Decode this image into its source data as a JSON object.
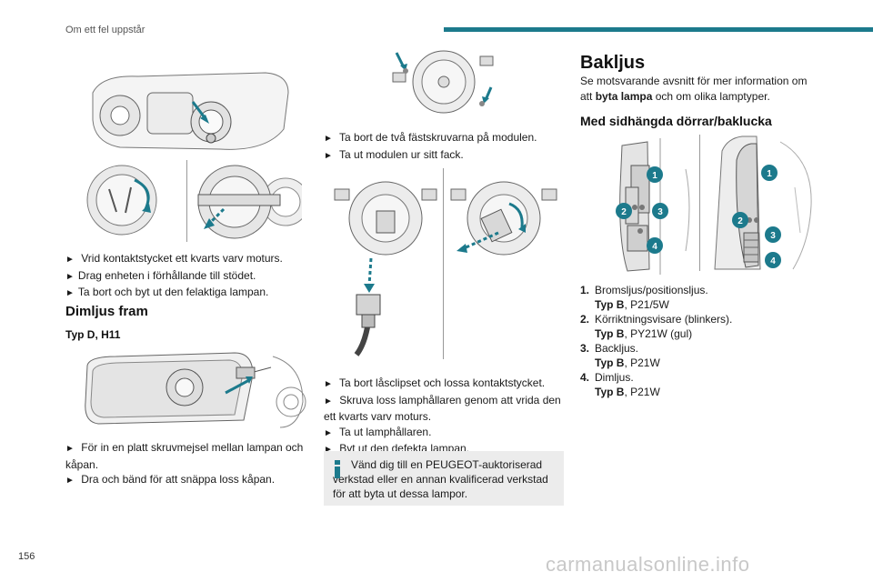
{
  "header": {
    "section": "Om ett fel uppstår"
  },
  "page_number": "156",
  "col1": {
    "steps_a": [
      "Vrid kontaktstycket ett kvarts varv moturs.",
      "Drag enheten i förhållande till stödet.",
      "Ta bort och byt ut den felaktiga lampan."
    ],
    "fog_title": "Dimljus fram",
    "fog_type": "Typ D, H11",
    "steps_b": [
      "För in en platt skruvmejsel mellan lampan och kåpan.",
      "Dra och bänd för att snäppa loss kåpan."
    ]
  },
  "col2": {
    "steps_a": [
      "Ta bort de två fästskruvarna på modulen.",
      "Ta ut modulen ur sitt fack."
    ],
    "steps_b": [
      "Ta bort låsclipset och lossa kontaktstycket.",
      "Skruva loss lamphållaren genom att vrida den ett kvarts varv moturs.",
      "Ta ut lamphållaren.",
      "Byt ut den defekta lampan."
    ],
    "info": "Vänd dig till en PEUGEOT-auktoriserad verkstad eller en annan kvalificerad verkstad för att byta ut dessa lampor."
  },
  "col3": {
    "title": "Bakljus",
    "intro_pre": "Se motsvarande avsnitt för mer information om att ",
    "intro_bold": "byta lampa",
    "intro_post": " och om olika lamptyper.",
    "subtitle": "Med sidhängda dörrar/baklucka",
    "items": [
      {
        "num": "1.",
        "label": "Bromsljus/positionsljus.",
        "typ": "Typ B",
        "spec": ", P21/5W"
      },
      {
        "num": "2.",
        "label": "Körriktningsvisare (blinkers).",
        "typ": "Typ B",
        "spec": ", PY21W (gul)"
      },
      {
        "num": "3.",
        "label": "Backljus.",
        "typ": "Typ B",
        "spec": ", P21W"
      },
      {
        "num": "4.",
        "label": "Dimljus.",
        "typ": "Typ B",
        "spec": ", P21W"
      }
    ],
    "badges": [
      "1",
      "2",
      "3",
      "4"
    ]
  },
  "watermark": "carmanualsonline.info",
  "colors": {
    "accent": "#1c7a8c",
    "info_bg": "#ececec"
  }
}
